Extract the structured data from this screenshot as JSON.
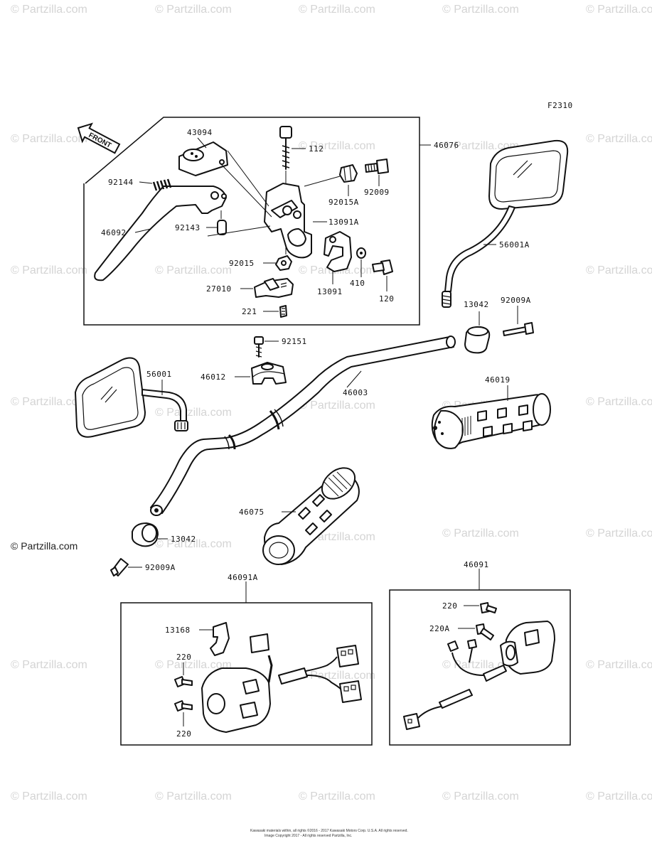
{
  "figure_code": "F2310",
  "front_label": "FRONT",
  "watermark": "© Partzilla.com",
  "footer": {
    "line1": "Kawasaki materials within, all rights ©2016 - 2017 Kawasaki Motors Corp. U.S.A. All rights reserved.",
    "line2": "Image Copyright 2017 - All rights reserved Partzilla, Inc."
  },
  "parts": {
    "p43094": "43094",
    "p112": "112",
    "p46076": "46076",
    "p92144": "92144",
    "p92009": "92009",
    "p92015A": "92015A",
    "p13091A": "13091A",
    "p46092": "46092",
    "p92143": "92143",
    "p56001A": "56001A",
    "p92015": "92015",
    "p410": "410",
    "p27010": "27010",
    "p13091": "13091",
    "p120": "120",
    "p221": "221",
    "p13042_top": "13042",
    "p92009A_top": "92009A",
    "p92151": "92151",
    "p56001": "56001",
    "p46012": "46012",
    "p46003": "46003",
    "p46019": "46019",
    "p46075": "46075",
    "p13042_bot": "13042",
    "p92009A_bot": "92009A",
    "p46091": "46091",
    "p46091A": "46091A",
    "p220_r1": "220",
    "p220A": "220A",
    "p13168": "13168",
    "p220_l1": "220",
    "p220_l2": "220"
  }
}
